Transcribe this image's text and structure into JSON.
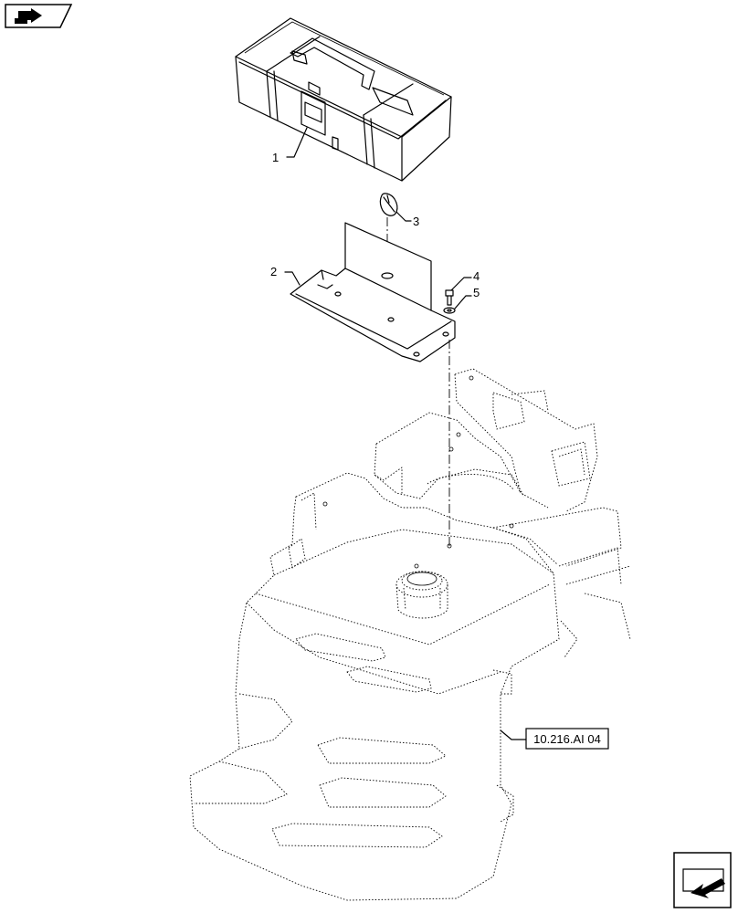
{
  "callouts": {
    "p1": "1",
    "p2": "2",
    "p3": "3",
    "p4": "4",
    "p5": "5"
  },
  "reference": {
    "label": "10.216.AI 04"
  },
  "icons": {
    "top_left": "book-arrow-icon",
    "bottom_right": "next-page-arrow-icon"
  }
}
